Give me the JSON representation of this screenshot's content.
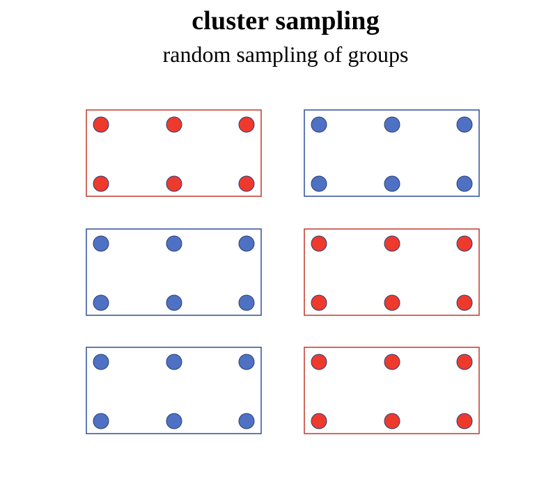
{
  "title": "cluster sampling",
  "subtitle": "random sampling of groups",
  "colors": {
    "selected": "#ee3a2c",
    "selected_border": "#c0392b",
    "unselected": "#4f71c3",
    "unselected_border": "#2f4f9a",
    "dot_outline": "#2b3f78"
  },
  "clusters": [
    {
      "row": 0,
      "col": 0,
      "selected": true
    },
    {
      "row": 0,
      "col": 1,
      "selected": false
    },
    {
      "row": 1,
      "col": 0,
      "selected": false
    },
    {
      "row": 1,
      "col": 1,
      "selected": true
    },
    {
      "row": 2,
      "col": 0,
      "selected": false
    },
    {
      "row": 2,
      "col": 1,
      "selected": true
    }
  ]
}
